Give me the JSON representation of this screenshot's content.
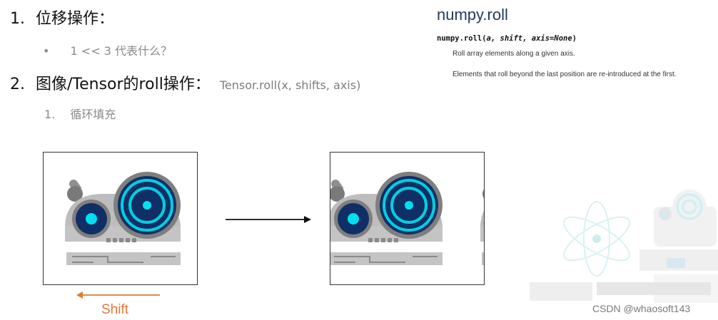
{
  "slide": {
    "heading1": {
      "number": "1.",
      "text": "位移操作："
    },
    "bullet1": {
      "marker": "•",
      "text": "1 << 3 代表什么？"
    },
    "heading2": {
      "number": "2.",
      "text": "图像/Tensor的roll操作："
    },
    "heading2_code": "Tensor.roll(x, shifts, axis)",
    "sub2": {
      "number": "1.",
      "text": "循环填充"
    }
  },
  "numpy_doc": {
    "title": "numpy.roll",
    "sig_func": "numpy.roll(",
    "sig_params": "a, shift, axis=None",
    "sig_close": ")",
    "desc1": "Roll array elements along a given axis.",
    "desc2": "Elements that roll beyond the last position are re-introduced at the first."
  },
  "figure": {
    "shift_label": "Shift",
    "colors": {
      "shift_arrow": "#e07a36",
      "robot_body": "#bdbdbd",
      "eye_ring": "#00d0e0",
      "eye_dark": "#0f2f66"
    }
  },
  "watermark": "CSDN @whaosoft143"
}
